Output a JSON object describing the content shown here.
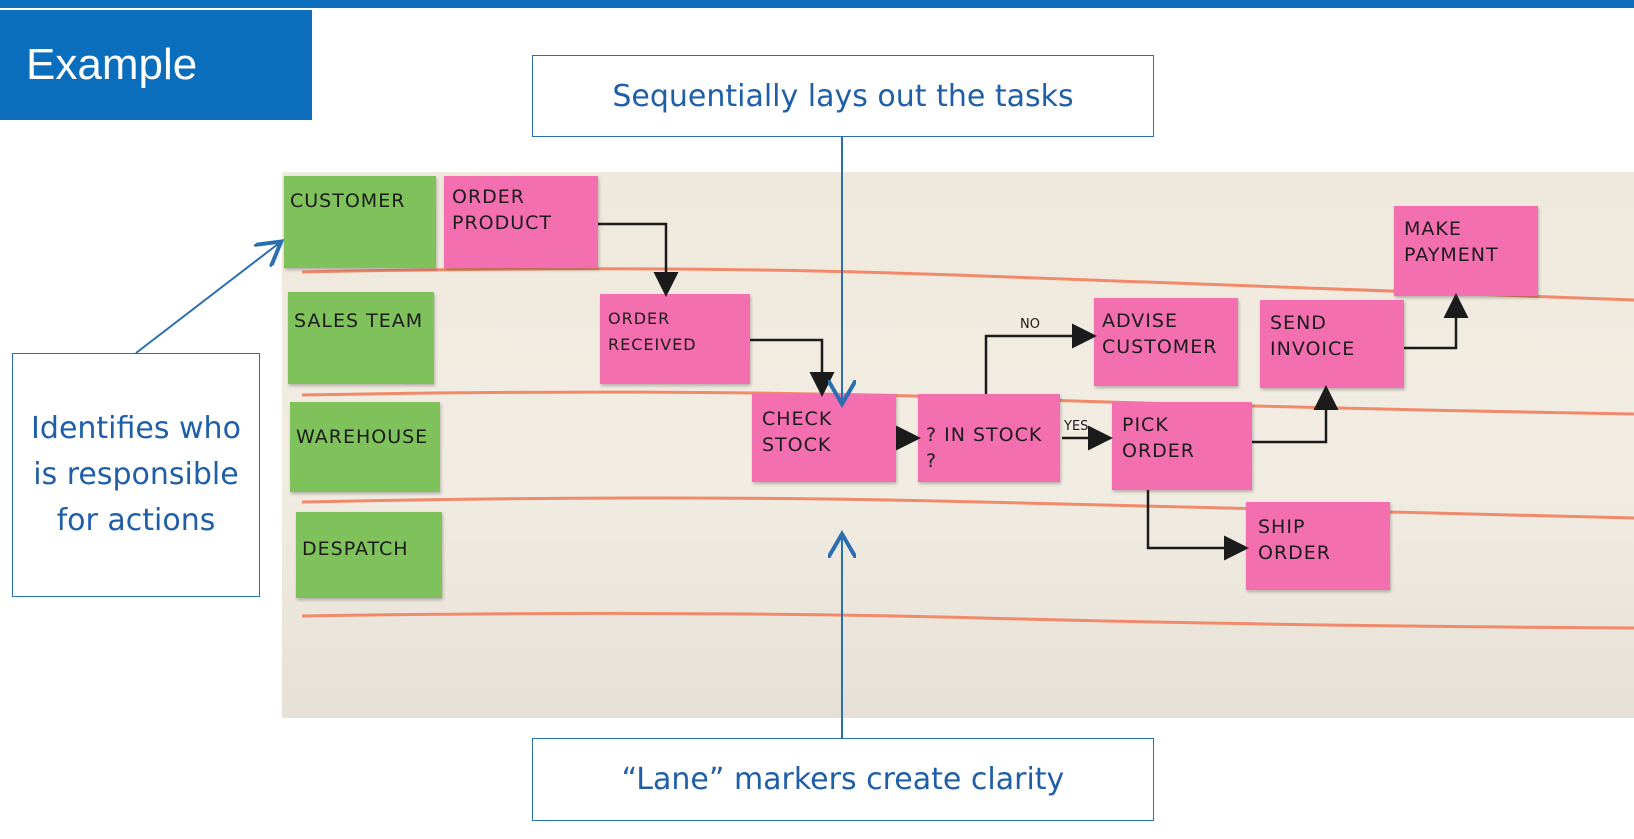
{
  "title": "Example",
  "callouts": {
    "top": "Sequentially lays out the tasks",
    "left": "Identifies who is responsible for actions",
    "bottom": "“Lane” markers create clarity"
  },
  "lanes": [
    "CUSTOMER",
    "SALES TEAM",
    "WAREHOUSE",
    "DESPATCH"
  ],
  "tasks": {
    "order_product": "ORDER PRODUCT",
    "order_received": "ORDER RECEIVED",
    "check_stock": "CHECK STOCK",
    "in_stock": "? IN STOCK ?",
    "advise_customer": "ADVISE CUSTOMER",
    "send_invoice": "SEND INVOICE",
    "pick_order": "PICK ORDER",
    "ship_order": "SHIP ORDER",
    "make_payment": "MAKE PAYMENT"
  },
  "edge_labels": {
    "no": "NO",
    "yes": "YES"
  },
  "colors": {
    "brand_blue": "#0a6ebd",
    "callout_text": "#1f5fa8",
    "lane_note": "#7fc15a",
    "task_note": "#f46fb0",
    "lane_line": "#f08a6a"
  }
}
